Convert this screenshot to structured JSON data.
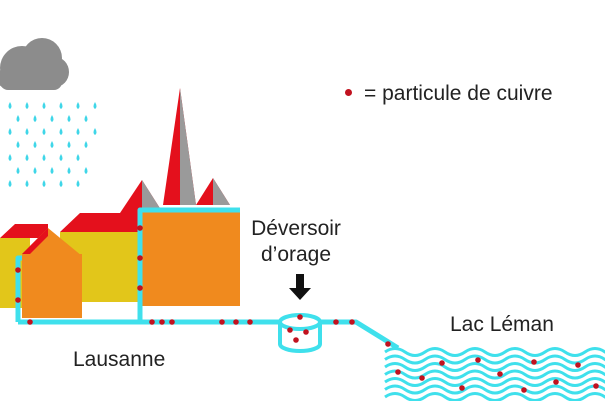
{
  "legend": {
    "marker": "•",
    "text": "= particule de cuivre"
  },
  "labels": {
    "overflow_line1": "Déversoir",
    "overflow_line2": "d’orage",
    "city": "Lausanne",
    "lake": "Lac Léman"
  },
  "colors": {
    "pipe": "#3fe0ec",
    "copper_particle": "#c1121f",
    "roof_red": "#e4101c",
    "wall_orange": "#f08a1e",
    "wall_yellow": "#e2c61a",
    "cloud": "#8c8c8c",
    "rain": "#3fd6e8",
    "spire_grey": "#9a9a9a"
  }
}
